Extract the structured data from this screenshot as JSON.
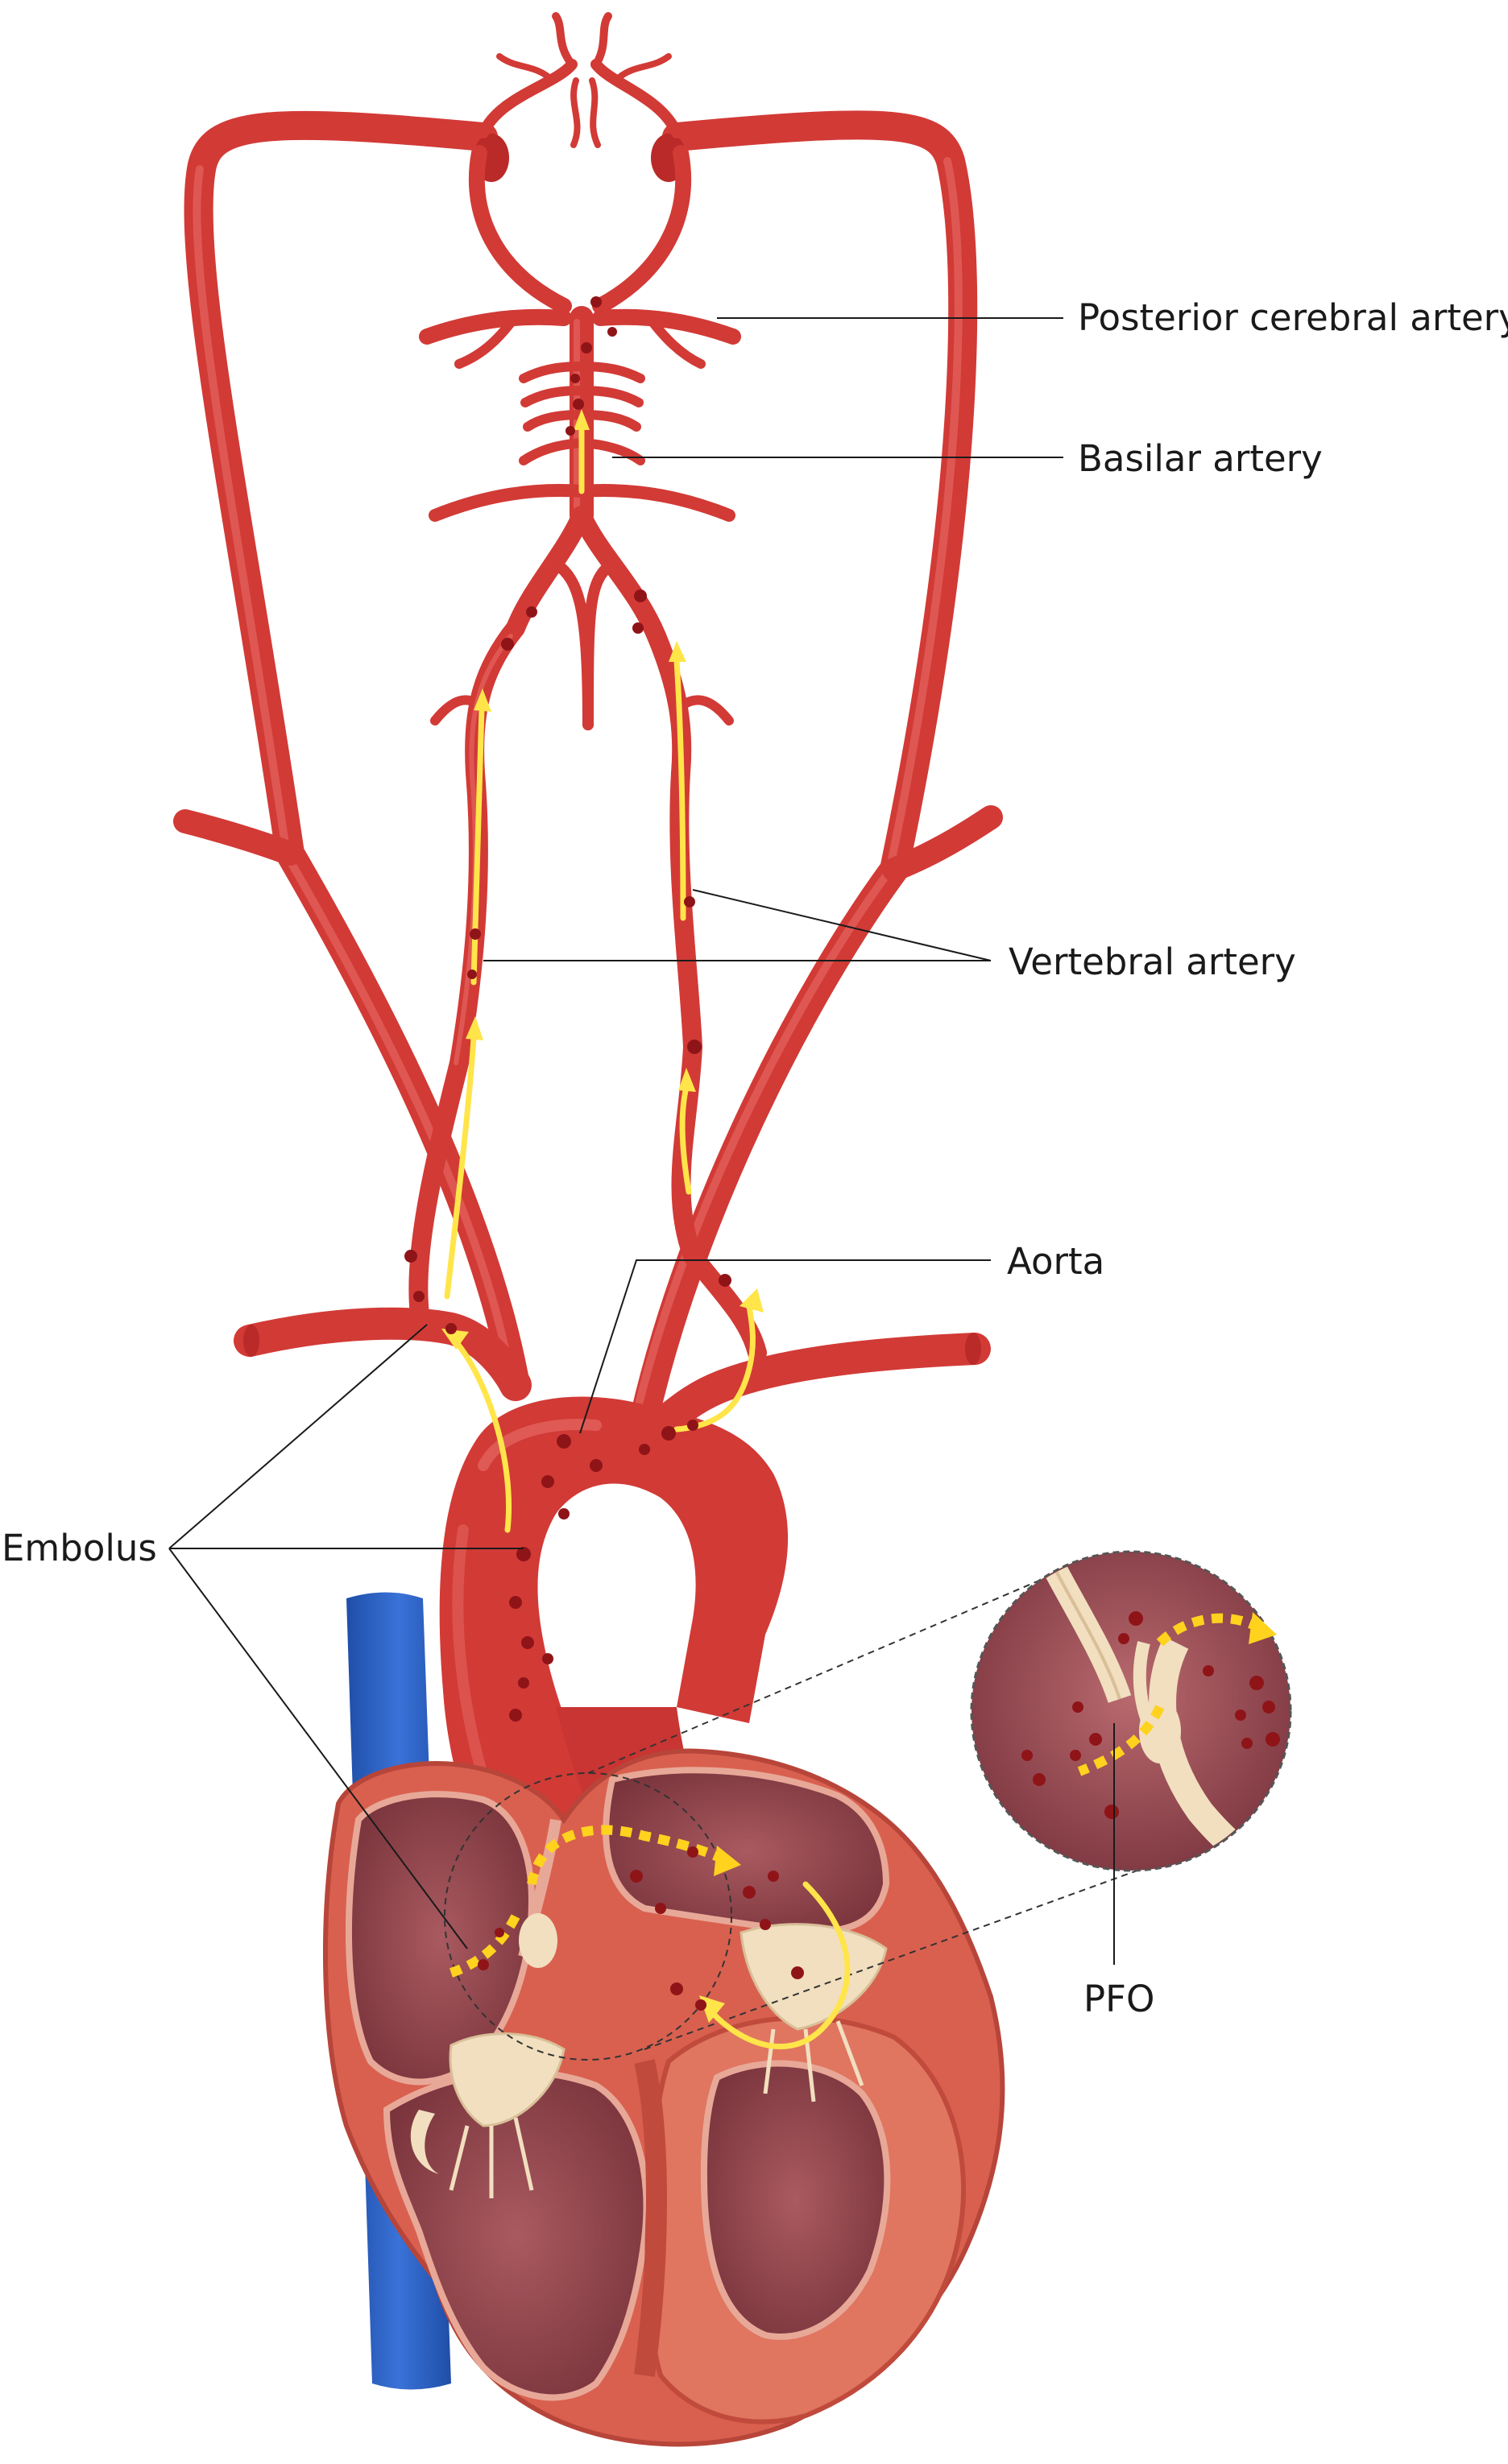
{
  "labels": {
    "posterior_cerebral_artery": "Posterior cerebral artery",
    "basilar_artery": "Basilar artery",
    "vertebral_artery": "Vertebral artery",
    "aorta": "Aorta",
    "embolus": "Embolus",
    "pfo": "PFO"
  },
  "colors": {
    "artery": "#d23a36",
    "vein": "#2f63c8",
    "heart_wall": "#d9604f",
    "heart_chamber": "#8e3f45",
    "valve": "#f1dfbf",
    "flow_arrow": "#ffe54a",
    "embolus": "#8f1418"
  }
}
